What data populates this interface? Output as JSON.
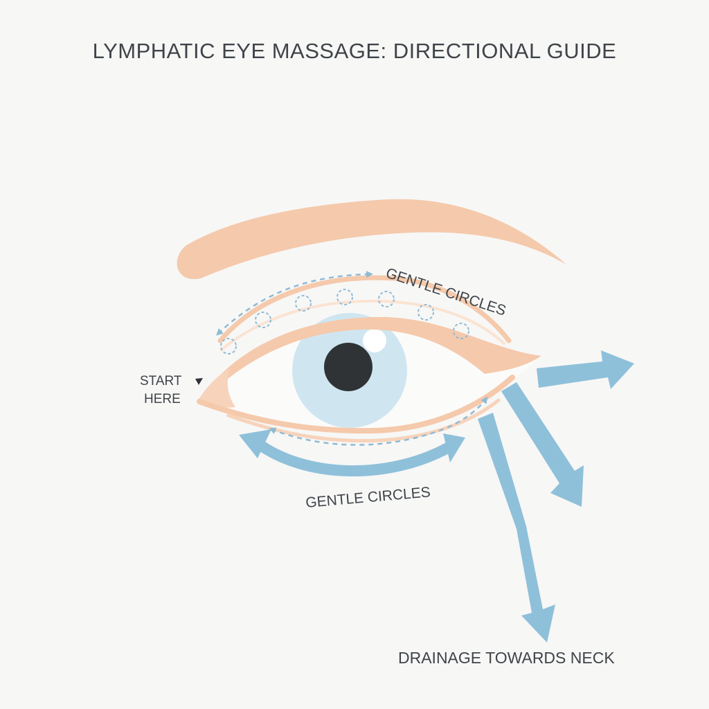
{
  "title": "LYMPHATIC EYE MASSAGE: DIRECTIONAL GUIDE",
  "labels": {
    "start": [
      "START",
      "HERE"
    ],
    "upper_circles": "GENTLE CIRCLES",
    "lower_circles": "GENTLE CIRCLES",
    "drainage": "DRAINAGE TOWARDS NECK"
  },
  "colors": {
    "skin": "#f5c9ab",
    "skin_light": "#fbe3d2",
    "arrow_blue": "#8fc0da",
    "dash_blue": "#8fbad4",
    "iris": "#cfe6f1",
    "pupil": "#2f3336",
    "text": "#3f4449",
    "background": "#f7f7f6"
  },
  "icons": {
    "start_marker": "triangle-pointer-icon",
    "circle_marker": "circular-arrow-icon"
  }
}
